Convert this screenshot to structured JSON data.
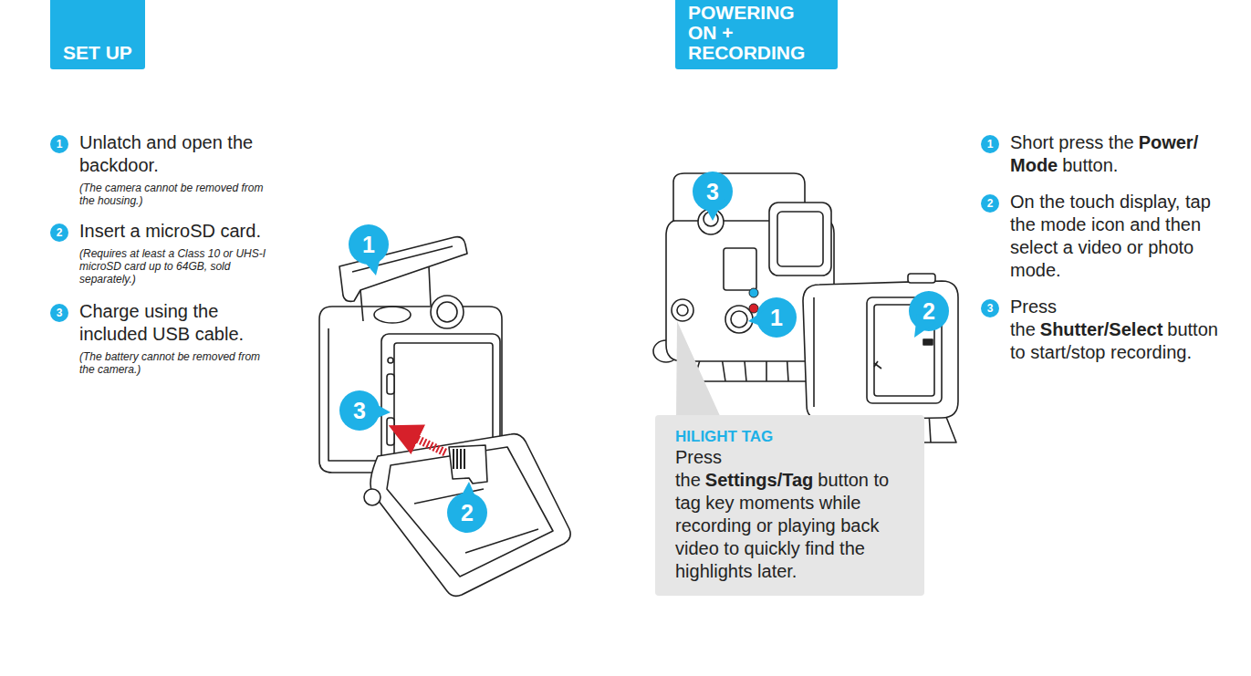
{
  "diagram": {
    "nodes": [
      {
        "text": [
          "SET UP"
        ]
      },
      {
        "text": [
          "POWERING ON + RECORDING"
        ]
      },
      {
        "text": [
          "HILIGHT TAG",
          "Press the",
          "Settings/Tag",
          "button to tag key moments while recording or playing back video to quickly find the highlights later."
        ]
      }
    ],
    "labels": [
      "1",
      "Unlatch and open the backdoor.",
      "(The camera cannot be removed from the housing.)",
      "2",
      "Insert a microSD card.",
      "(Requires at least a Class 10 or UHS-I microSD card up to 64GB, sold separately.)",
      "3",
      "Charge using the included USB cable.",
      "(The battery cannot be removed from the camera.)",
      "1",
      "3",
      "2",
      "3",
      "1",
      "2",
      "1",
      "Short press the",
      "Power/ Mode",
      "button.",
      "2",
      "On the touch display, tap the mode icon and then select a video or photo mode.",
      "3",
      "Press the",
      "Shutter/Select",
      "button to start/stop recording."
    ]
  }
}
